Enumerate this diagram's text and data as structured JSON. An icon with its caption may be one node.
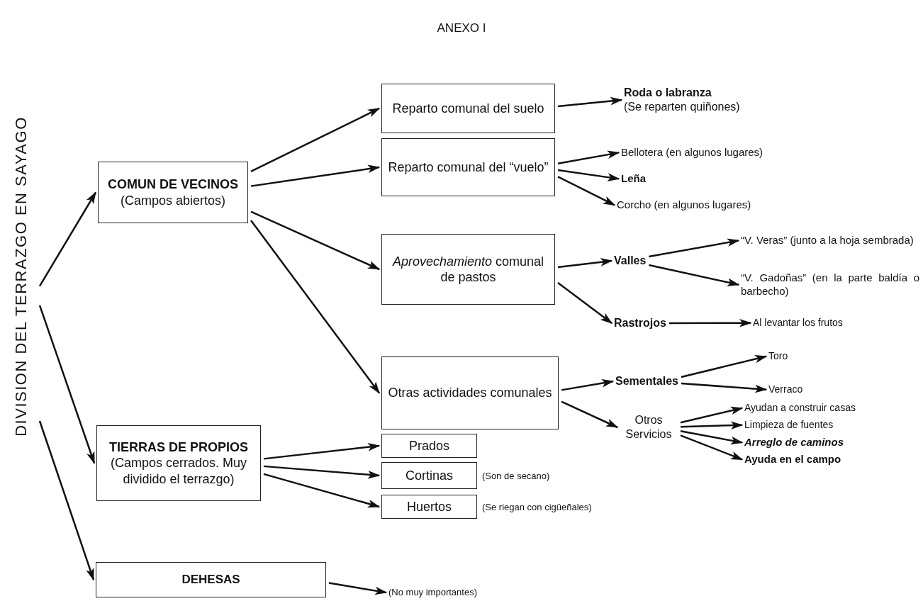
{
  "diagram": {
    "title": "ANEXO I",
    "nodes": [
      {
        "text": [
          "DIVISION DEL TERRAZGO EN SAYAGO"
        ]
      },
      {
        "text": [
          "COMUN DE VECINOS",
          "(Campos abiertos)"
        ]
      },
      {
        "text": [
          "TIERRAS DE PROPIOS",
          "(Campos cerrados. Muy dividido el terrazgo)"
        ]
      },
      {
        "text": [
          "DEHESAS"
        ]
      },
      {
        "text": [
          "Reparto comunal del suelo"
        ]
      },
      {
        "text": [
          "Reparto comunal del “vuelo”"
        ]
      },
      {
        "text": [
          "*Aprovechamiento* comunal de pastos"
        ]
      },
      {
        "text": [
          "Otras actividades comunales"
        ]
      },
      {
        "text": [
          "Prados"
        ]
      },
      {
        "text": [
          "Cortinas"
        ],
        "beside": [
          "(Son de secano)"
        ]
      },
      {
        "text": [
          "Huertos"
        ],
        "beside": [
          "(Se riegan con cigüeñales)"
        ]
      },
      {
        "text": [
          "Roda o labranza",
          "(Se reparten quiñones)"
        ]
      },
      {
        "text": [
          "Bellotera (en algunos lugares)"
        ]
      },
      {
        "text": [
          "Leña"
        ]
      },
      {
        "text": [
          "Corcho (en algunos lugares)"
        ]
      },
      {
        "text": [
          "Valles"
        ]
      },
      {
        "text": [
          "“V. Veras” (junto a la hoja sembrada)"
        ]
      },
      {
        "text": [
          "“V. Gadoñas” (en la parte baldía o barbecho)"
        ]
      },
      {
        "text": [
          "Rastrojos"
        ]
      },
      {
        "text": [
          "Al levantar los frutos"
        ]
      },
      {
        "text": [
          "Sementales"
        ]
      },
      {
        "text": [
          "Toro"
        ]
      },
      {
        "text": [
          "Verraco"
        ]
      },
      {
        "text": [
          "Otros Servicios"
        ]
      },
      {
        "text": [
          "Ayudan a construir casas"
        ]
      },
      {
        "text": [
          "Limpieza de fuentes"
        ]
      },
      {
        "text": [
          "Arreglo de caminos"
        ]
      },
      {
        "text": [
          "Ayuda en el campo"
        ]
      },
      {
        "text": [
          "(No muy importantes)"
        ]
      }
    ],
    "edges": [
      {
        "from": 0,
        "to": 1,
        "arrow": "to"
      },
      {
        "from": 0,
        "to": 2,
        "arrow": "to"
      },
      {
        "from": 0,
        "to": 3,
        "arrow": "to"
      },
      {
        "from": 1,
        "to": 4,
        "arrow": "to"
      },
      {
        "from": 1,
        "to": 5,
        "arrow": "to"
      },
      {
        "from": 1,
        "to": 6,
        "arrow": "to"
      },
      {
        "from": 1,
        "to": 7,
        "arrow": "to"
      },
      {
        "from": 2,
        "to": 8,
        "arrow": "to"
      },
      {
        "from": 2,
        "to": 9,
        "arrow": "to"
      },
      {
        "from": 2,
        "to": 10,
        "arrow": "to"
      },
      {
        "from": 3,
        "to": 28,
        "arrow": "to"
      },
      {
        "from": 4,
        "to": 11,
        "arrow": "to"
      },
      {
        "from": 5,
        "to": 12,
        "arrow": "to"
      },
      {
        "from": 5,
        "to": 13,
        "arrow": "to"
      },
      {
        "from": 5,
        "to": 14,
        "arrow": "to"
      },
      {
        "from": 6,
        "to": 15,
        "arrow": "to"
      },
      {
        "from": 6,
        "to": 18,
        "arrow": "to"
      },
      {
        "from": 15,
        "to": 16,
        "arrow": "to"
      },
      {
        "from": 15,
        "to": 17,
        "arrow": "to"
      },
      {
        "from": 18,
        "to": 19,
        "arrow": "to"
      },
      {
        "from": 7,
        "to": 20,
        "arrow": "to"
      },
      {
        "from": 7,
        "to": 23,
        "arrow": "to"
      },
      {
        "from": 20,
        "to": 21,
        "arrow": "to"
      },
      {
        "from": 20,
        "to": 22,
        "arrow": "to"
      },
      {
        "from": 23,
        "to": 24,
        "arrow": "to"
      },
      {
        "from": 23,
        "to": 25,
        "arrow": "to"
      },
      {
        "from": 23,
        "to": 26,
        "arrow": "to"
      },
      {
        "from": 23,
        "to": 27,
        "arrow": "to"
      }
    ]
  }
}
